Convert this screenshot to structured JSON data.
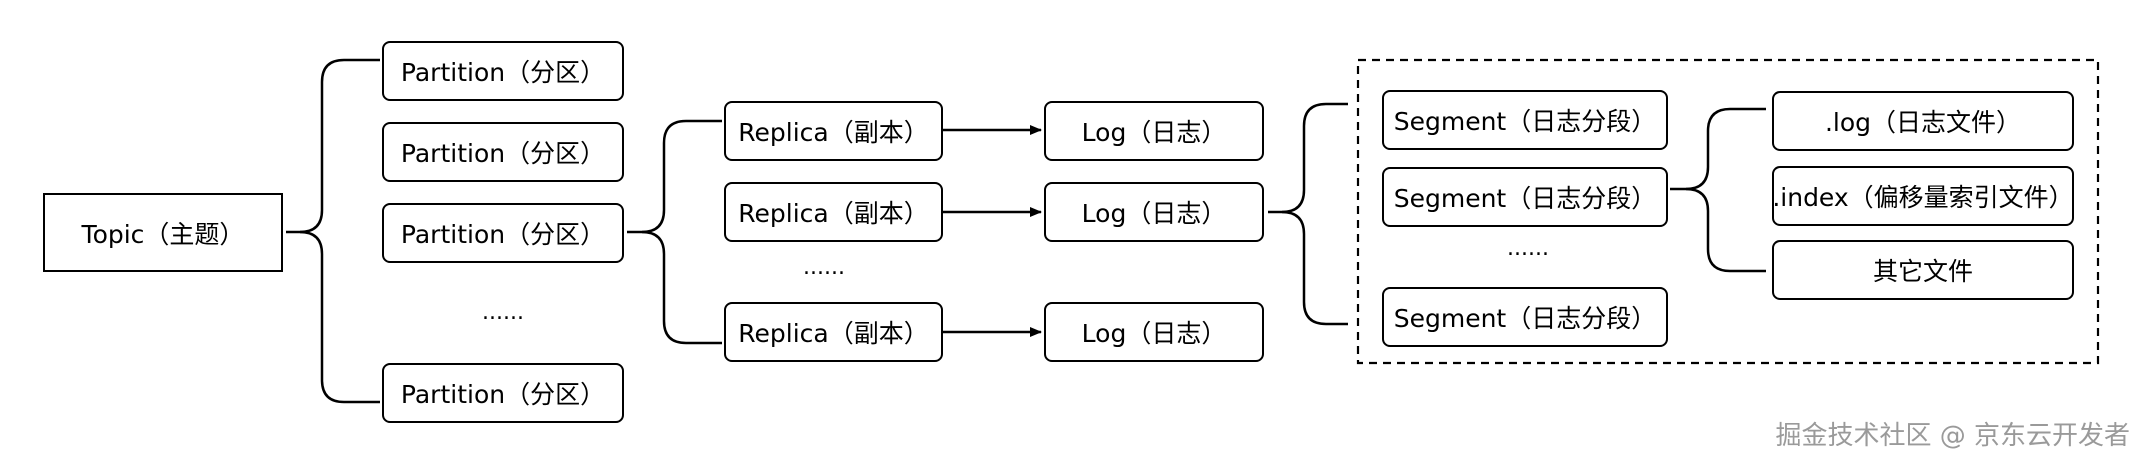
{
  "topic": "Topic（主题）",
  "partitions": [
    "Partition（分区）",
    "Partition（分区）",
    "Partition（分区）",
    "Partition（分区）"
  ],
  "partition_ellipsis": "......",
  "replicas": [
    "Replica（副本）",
    "Replica（副本）",
    "Replica（副本）"
  ],
  "replica_ellipsis": "......",
  "logs": [
    "Log（日志）",
    "Log（日志）",
    "Log（日志）"
  ],
  "segments": [
    "Segment（日志分段）",
    "Segment（日志分段）",
    "Segment（日志分段）"
  ],
  "segment_ellipsis": "......",
  "files": [
    ".log（日志文件）",
    ".index（偏移量索引文件）",
    "其它文件"
  ],
  "watermark": "掘金技术社区 @ 京东云开发者"
}
